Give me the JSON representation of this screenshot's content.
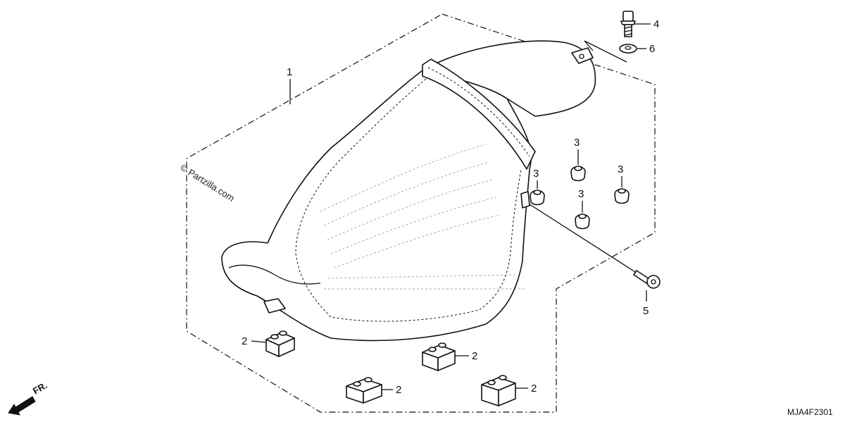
{
  "diagram": {
    "drawing_code": "MJA4F2301",
    "watermark": "© Partzilla.com",
    "front_marker": "FR.",
    "callouts": {
      "seat": "1",
      "rubber_block_a": "2",
      "rubber_block_b": "2",
      "rubber_block_c": "2",
      "rubber_block_d": "2",
      "cushion_a": "3",
      "cushion_b": "3",
      "cushion_c": "3",
      "cushion_d": "3",
      "flange_bolt_top": "4",
      "bolt_side": "5",
      "washer": "6"
    }
  }
}
